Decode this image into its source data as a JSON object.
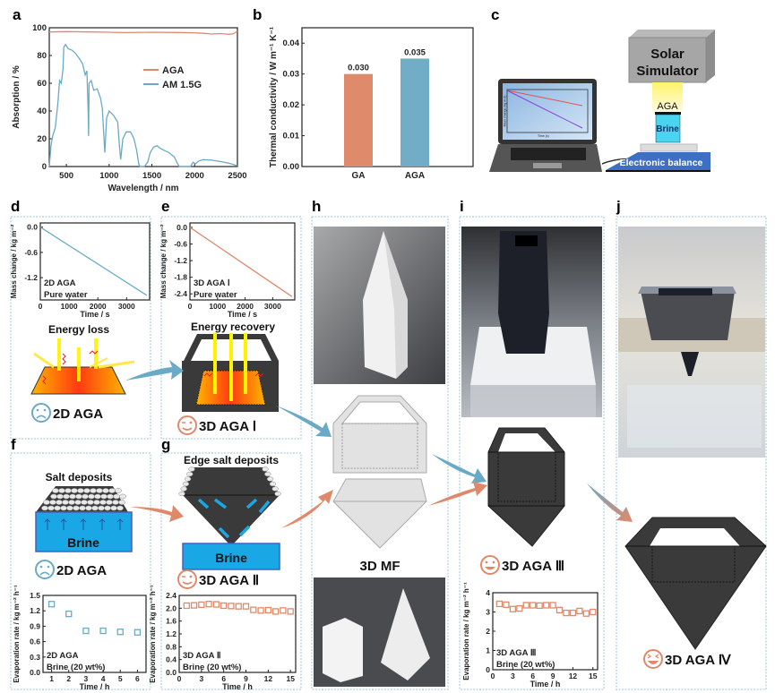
{
  "panels": {
    "a": "a",
    "b": "b",
    "c": "c",
    "d": "d",
    "e": "e",
    "f": "f",
    "g": "g",
    "h": "h",
    "i": "i",
    "j": "j"
  },
  "colors": {
    "orange": "#e0896a",
    "blue": "#6aaac6",
    "dark": "#3a3a3a",
    "brine": "#1aa7e6",
    "yellow": "#fff200"
  },
  "panel_c": {
    "solar_simulator_line1": "Solar",
    "solar_simulator_line2": "Simulator",
    "sample_label": "AGA",
    "brine_label": "Brine",
    "balance_label": "Electronic balance",
    "screen_ylabel": "Mass change (kg m-2)",
    "screen_xlabel": "Time (s)"
  },
  "panel_d": {
    "title": "Energy loss",
    "name": "2D AGA",
    "face": "sad"
  },
  "panel_e": {
    "title": "Energy recovery",
    "name": "3D AGA Ⅰ",
    "face": "wink"
  },
  "panel_f": {
    "title": "Salt deposits",
    "brine": "Brine",
    "name": "2D AGA",
    "face": "sad"
  },
  "panel_g": {
    "title": "Edge salt deposits",
    "brine": "Brine",
    "name": "3D AGA Ⅱ",
    "face": "wink"
  },
  "panel_h": {
    "name": "3D MF"
  },
  "panel_i": {
    "name": "3D AGA Ⅲ",
    "face": "smile"
  },
  "panel_j": {
    "name": "3D AGA Ⅳ",
    "face": "laugh"
  },
  "chart_data": [
    {
      "id": "a",
      "type": "line",
      "xlabel": "Wavelength / nm",
      "ylabel": "Absorption / %",
      "xlim": [
        300,
        2500
      ],
      "ylim": [
        0,
        100
      ],
      "xticks": [
        500,
        1000,
        1500,
        2000,
        2500
      ],
      "yticks": [
        0,
        20,
        40,
        60,
        80,
        100
      ],
      "legend": "center-right",
      "series": [
        {
          "name": "AGA",
          "color": "#e0896a",
          "points": [
            [
              300,
              97
            ],
            [
              500,
              97.2
            ],
            [
              800,
              97
            ],
            [
              1000,
              96.8
            ],
            [
              1200,
              96.5
            ],
            [
              1500,
              96.8
            ],
            [
              1800,
              96.6
            ],
            [
              2000,
              96.4
            ],
            [
              2100,
              96
            ],
            [
              2200,
              95.5
            ],
            [
              2300,
              95.8
            ],
            [
              2400,
              95.3
            ],
            [
              2450,
              95.6
            ],
            [
              2500,
              97.5
            ]
          ]
        },
        {
          "name": "AM 1.5G",
          "color": "#6aaac6",
          "points": [
            [
              300,
              0
            ],
            [
              320,
              15
            ],
            [
              340,
              22
            ],
            [
              370,
              28
            ],
            [
              400,
              45
            ],
            [
              420,
              62
            ],
            [
              440,
              60
            ],
            [
              460,
              70
            ],
            [
              470,
              86
            ],
            [
              490,
              88
            ],
            [
              520,
              85
            ],
            [
              560,
              84
            ],
            [
              600,
              82
            ],
            [
              650,
              78
            ],
            [
              690,
              74
            ],
            [
              720,
              66
            ],
            [
              740,
              69
            ],
            [
              755,
              40
            ],
            [
              760,
              22
            ],
            [
              765,
              60
            ],
            [
              790,
              62
            ],
            [
              820,
              55
            ],
            [
              860,
              56
            ],
            [
              900,
              49
            ],
            [
              920,
              42
            ],
            [
              940,
              20
            ],
            [
              950,
              10
            ],
            [
              970,
              35
            ],
            [
              1000,
              40
            ],
            [
              1050,
              37
            ],
            [
              1100,
              32
            ],
            [
              1120,
              15
            ],
            [
              1135,
              5
            ],
            [
              1160,
              20
            ],
            [
              1200,
              25
            ],
            [
              1250,
              25
            ],
            [
              1290,
              20
            ],
            [
              1320,
              12
            ],
            [
              1345,
              2
            ],
            [
              1360,
              0
            ],
            [
              1410,
              0
            ],
            [
              1450,
              3
            ],
            [
              1480,
              10
            ],
            [
              1520,
              14
            ],
            [
              1560,
              15
            ],
            [
              1600,
              13
            ],
            [
              1700,
              10
            ],
            [
              1760,
              7
            ],
            [
              1800,
              2
            ],
            [
              1820,
              0
            ],
            [
              1950,
              0
            ],
            [
              1980,
              3
            ],
            [
              2010,
              2
            ],
            [
              2050,
              4
            ],
            [
              2100,
              5
            ],
            [
              2200,
              4.6
            ],
            [
              2300,
              3.6
            ],
            [
              2400,
              2.4
            ],
            [
              2500,
              0.6
            ]
          ]
        }
      ]
    },
    {
      "id": "b",
      "type": "bar",
      "categories": [
        "GA",
        "AGA"
      ],
      "values": [
        0.03,
        0.035
      ],
      "labels": [
        "0.030",
        "0.035"
      ],
      "colors": [
        "#de8a6b",
        "#72adc8"
      ],
      "ylabel": "Thermal conductivity / W m⁻¹ K⁻¹",
      "ylim": [
        0,
        0.045
      ],
      "yticks": [
        "0.00",
        "0.01",
        "0.02",
        "0.03",
        "0.04"
      ]
    },
    {
      "id": "d",
      "type": "line",
      "xlabel": "Time / s",
      "ylabel": "Mass change / kg m⁻²",
      "xlim": [
        0,
        3800
      ],
      "ylim": [
        -1.73,
        0.1
      ],
      "xticks": [
        0,
        1000,
        2000,
        3000
      ],
      "yticks": [
        "0.0",
        "-0.6",
        "-1.2"
      ],
      "annotation": [
        "2D AGA",
        "Pure water"
      ],
      "series": [
        {
          "color": "#6aaac6",
          "points": [
            [
              0,
              0
            ],
            [
              3700,
              -1.62
            ]
          ]
        }
      ]
    },
    {
      "id": "e",
      "type": "line",
      "xlabel": "Time / s",
      "ylabel": "Mass change / kg m⁻²",
      "xlim": [
        0,
        3800
      ],
      "ylim": [
        -2.62,
        0.16
      ],
      "xticks": [
        0,
        1000,
        2000,
        3000
      ],
      "yticks": [
        "0.0",
        "-0.6",
        "-1.2",
        "-1.8",
        "-2.4"
      ],
      "annotation": [
        "3D AGA Ⅰ",
        "Pure water"
      ],
      "series": [
        {
          "color": "#e0896a",
          "points": [
            [
              0,
              0
            ],
            [
              3700,
              -2.5
            ]
          ]
        }
      ]
    },
    {
      "id": "f",
      "type": "scatter",
      "xlabel": "Time / h",
      "ylabel": "Evaporation rate / kg m⁻² h⁻¹",
      "xlim": [
        0.5,
        6.5
      ],
      "ylim": [
        0,
        1.5
      ],
      "xticks": [
        1,
        2,
        3,
        4,
        5,
        6
      ],
      "yticks": [
        "0.0",
        "0.3",
        "0.6",
        "0.9",
        "1.2",
        "1.5"
      ],
      "annotation": [
        "2D AGA",
        "Brine (20 wt%)"
      ],
      "series": [
        {
          "color": "#6aaac6",
          "x": [
            1,
            2,
            3,
            4,
            5,
            6
          ],
          "y": [
            1.33,
            1.14,
            0.81,
            0.81,
            0.79,
            0.78
          ]
        }
      ]
    },
    {
      "id": "g",
      "type": "scatter",
      "xlabel": "Time / h",
      "ylabel": "Evaporation rate / kg m⁻² h⁻¹",
      "xlim": [
        0,
        15.7
      ],
      "ylim": [
        0,
        2.4
      ],
      "xticks": [
        0,
        3,
        6,
        9,
        12,
        15
      ],
      "yticks": [
        "0.0",
        "0.4",
        "0.8",
        "1.2",
        "1.6",
        "2.0",
        "2.4"
      ],
      "annotation": [
        "3D AGA Ⅱ",
        "Brine (20 wt%)"
      ],
      "series": [
        {
          "color": "#e0896a",
          "x": [
            1,
            2,
            3,
            4,
            5,
            6,
            7,
            8,
            9,
            10,
            11,
            12,
            13,
            14,
            15
          ],
          "y": [
            2.08,
            2.09,
            2.11,
            2.13,
            2.12,
            2.08,
            2.07,
            2.06,
            2.06,
            1.95,
            1.93,
            1.94,
            1.9,
            1.93,
            1.9
          ]
        }
      ]
    },
    {
      "id": "i",
      "type": "scatter",
      "xlabel": "Time / h",
      "ylabel": "Evaporation rate / kg m⁻² h⁻¹",
      "xlim": [
        0,
        15.7
      ],
      "ylim": [
        0,
        4
      ],
      "xticks": [
        0,
        3,
        6,
        9,
        12,
        15
      ],
      "yticks": [
        "0",
        "1",
        "2",
        "3",
        "4"
      ],
      "annotation": [
        "3D AGA Ⅲ",
        "Brine (20 wt%)"
      ],
      "series": [
        {
          "color": "#e0896a",
          "x": [
            1,
            2,
            3,
            4,
            5,
            6,
            7,
            8,
            9,
            10,
            11,
            12,
            13,
            14,
            15
          ],
          "y": [
            3.42,
            3.38,
            3.15,
            3.18,
            3.35,
            3.35,
            3.33,
            3.35,
            3.35,
            3.1,
            2.95,
            2.95,
            3.05,
            2.92,
            3.0
          ]
        }
      ]
    }
  ]
}
